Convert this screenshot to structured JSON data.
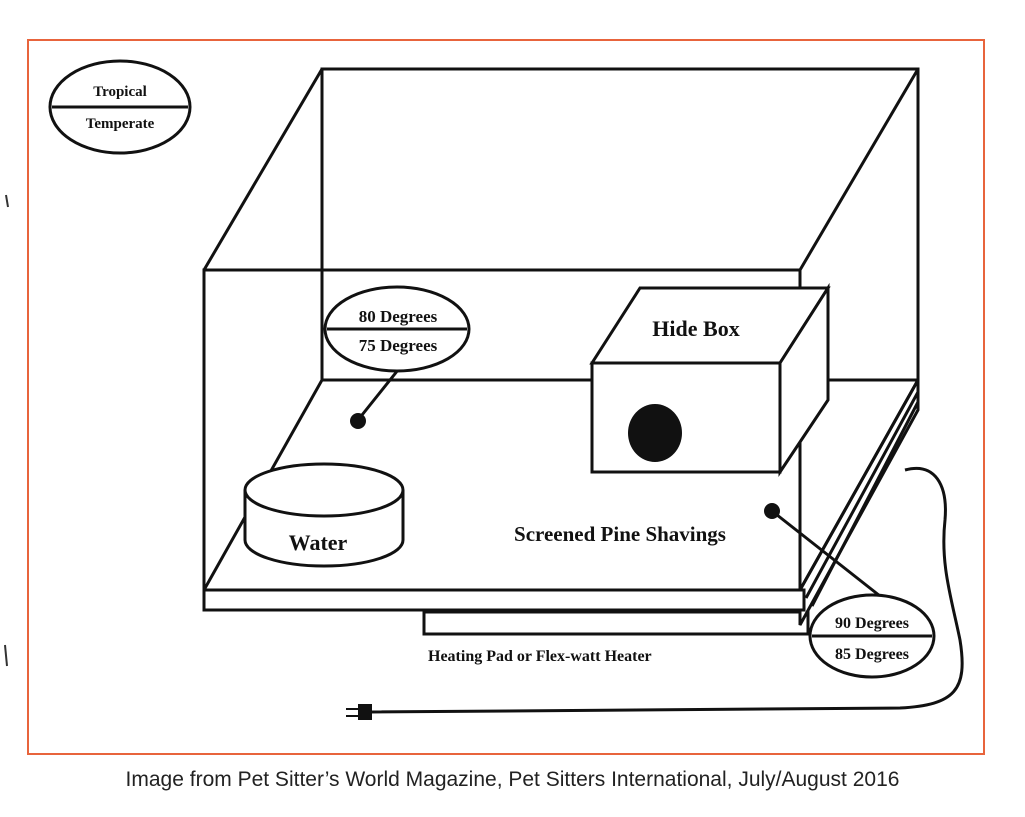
{
  "legend": {
    "top": "Tropical",
    "bottom": "Temperate"
  },
  "labels": {
    "hide_box": "Hide Box",
    "water": "Water",
    "substrate": "Screened Pine Shavings",
    "heater": "Heating Pad or Flex-watt Heater"
  },
  "cool_side": {
    "tropical": "80 Degrees",
    "temperate": "75 Degrees"
  },
  "warm_side": {
    "tropical": "90 Degrees",
    "temperate": "85 Degrees"
  },
  "caption": "Image from Pet Sitter’s World Magazine, Pet Sitters International, July/August 2016",
  "colors": {
    "frame": "#e8643c",
    "ink": "#111111"
  }
}
